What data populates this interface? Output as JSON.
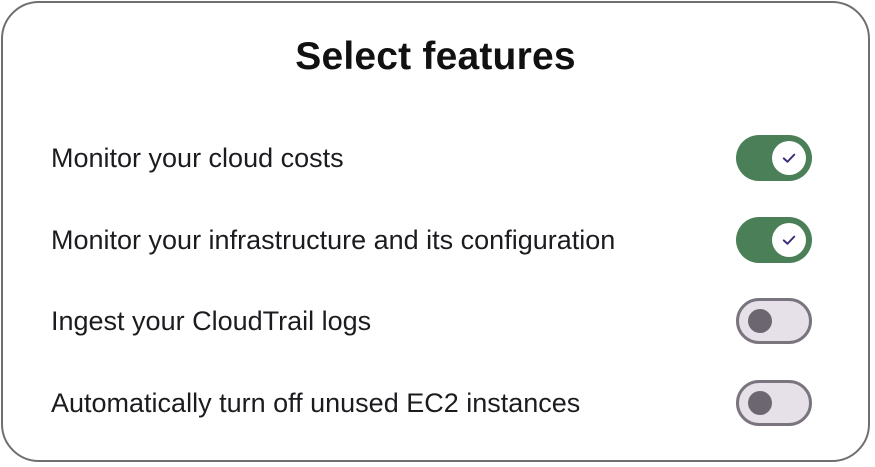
{
  "dialog": {
    "title": "Select features"
  },
  "features": [
    {
      "label": "Monitor your cloud costs",
      "enabled": true
    },
    {
      "label": "Monitor your infrastructure and its configuration",
      "enabled": true
    },
    {
      "label": "Ingest your CloudTrail logs",
      "enabled": false
    },
    {
      "label": "Automatically turn off unused EC2 instances",
      "enabled": false
    }
  ],
  "colors": {
    "toggle_on_track": "#4b7f57",
    "toggle_on_knob": "#ffffff",
    "check_mark": "#3d2a7a",
    "toggle_off_track": "#e6e0e9",
    "toggle_off_border": "#79747e",
    "toggle_off_knob": "#6b6670",
    "card_border": "#6f6f6f"
  },
  "icons": {
    "on_knob": "check-icon"
  }
}
